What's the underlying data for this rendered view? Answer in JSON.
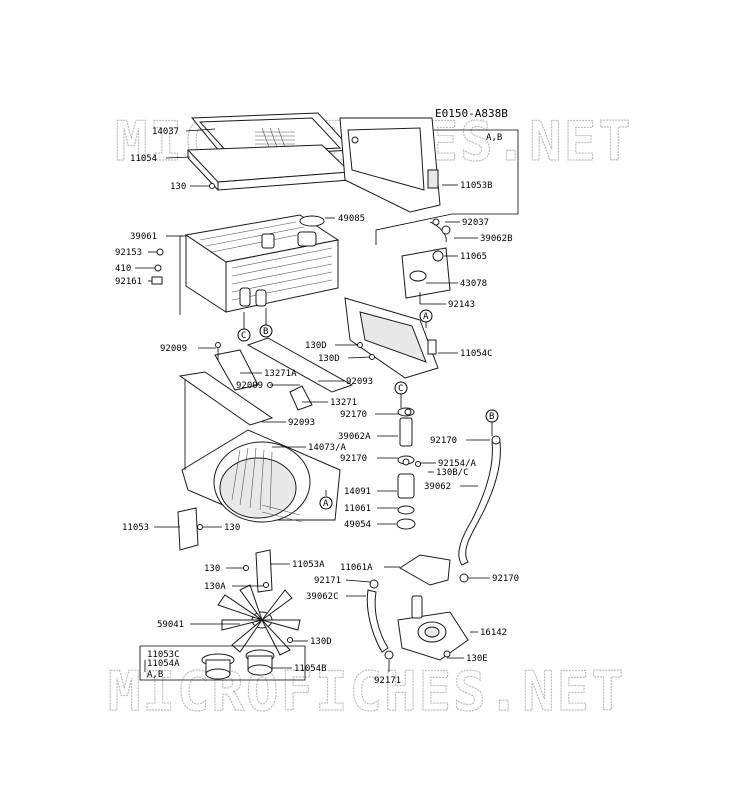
{
  "reference_code": "E0150-A838B",
  "watermark_text": "MICROFICHES.NET",
  "part_labels": {
    "p14037": "14037",
    "p11054": "11054",
    "p130_top": "130",
    "p49085": "49085",
    "p39061": "39061",
    "p92153": "92153",
    "p410": "410",
    "p92161": "92161",
    "p92037": "92037",
    "p39062B": "39062B",
    "p11065": "11065",
    "p43078": "43078",
    "p92143": "92143",
    "p11053B": "11053B",
    "ab_top": "A,B",
    "p130D_a": "130D",
    "p130D_b": "130D",
    "p11054C": "11054C",
    "p92009_a": "92009",
    "p13271A": "13271A",
    "p92009_b": "92009",
    "p92093_a": "92093",
    "p13271": "13271",
    "p92093_b": "92093",
    "p14073A": "14073/A",
    "p92170_a": "92170",
    "p39062A": "39062A",
    "p92170_b": "92170",
    "p92170_c": "92170",
    "p92154A": "92154/A",
    "p130BC": "130B/C",
    "p39062": "39062",
    "p14091": "14091",
    "p11061": "11061",
    "p49054": "49054",
    "p11053": "11053",
    "p130_mid": "130",
    "p130_low": "130",
    "p11053A": "11053A",
    "p130A": "130A",
    "p11061A": "11061A",
    "p92171_a": "92171",
    "p92170_d": "92170",
    "p39062C": "39062C",
    "p59041": "59041",
    "p130D_c": "130D",
    "p16142": "16142",
    "p11053C": "11053C",
    "p11054A": "11054A",
    "ab_bottom": "A,B",
    "p11054B": "11054B",
    "p130E": "130E",
    "p92171_b": "92171"
  },
  "connector_markers": {
    "c1": "C",
    "b1": "B",
    "a1": "A",
    "c2": "C",
    "b2": "B",
    "a2": "A"
  }
}
